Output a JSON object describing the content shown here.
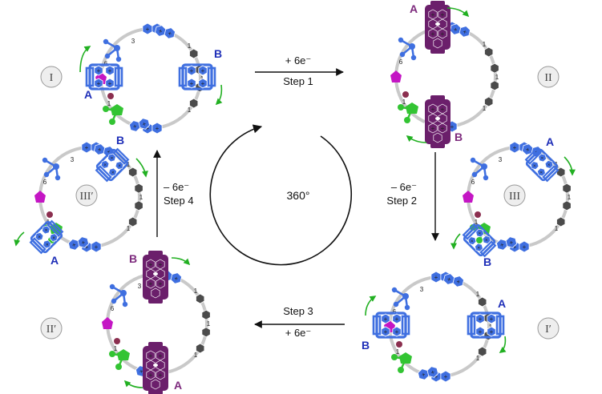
{
  "stations": [
    {
      "label": "I"
    },
    {
      "label": "II"
    },
    {
      "label": "III"
    },
    {
      "label": "I′"
    },
    {
      "label": "II′"
    },
    {
      "label": "III′"
    }
  ],
  "steps": [
    {
      "step": "Step 1",
      "electrons": "+ 6e⁻"
    },
    {
      "step": "Step 2",
      "electrons": "– 6e⁻"
    },
    {
      "step": "Step 3",
      "electrons": "+ 6e⁻"
    },
    {
      "step": "Step 4",
      "electrons": "– 6e⁻"
    }
  ],
  "center": {
    "rotation": "360°"
  },
  "rings": {
    "a": "A",
    "b": "B"
  },
  "linker_numbers": {
    "one": "1",
    "three": "3",
    "six": "6"
  },
  "colors": {
    "blue": "#3f6fe0",
    "purple": "#6b1f6b",
    "magenta": "#c416c4",
    "green": "#33c433",
    "dark_gray": "#4b4b4b",
    "track": "#c9c9c9",
    "arrow_green": "#22b022",
    "label_blue": "#1f2fb8",
    "label_purple": "#7d2a7d"
  }
}
